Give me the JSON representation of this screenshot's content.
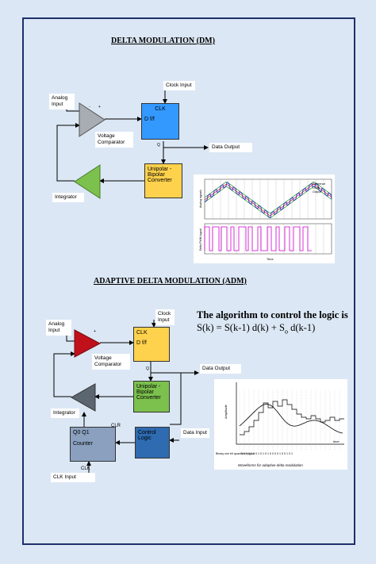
{
  "dm": {
    "title": "DELTA MODULATION (DM)",
    "clock_input": "Clock Input",
    "analog_input": "Analog Input",
    "ff_clk": "CLK",
    "ff_name": "D f/f",
    "q_label": "Q",
    "data_output": "Data Output",
    "voltage_comparator": "Voltage Comparator",
    "converter": "Unipolar - Bipolar Converter",
    "integrator": "Integrator",
    "minus": "-",
    "plus": "+"
  },
  "dm_plot": {
    "top_ylabel": "Analog signals",
    "bottom_ylabel": "Delta PWM signal",
    "xlabel": "Time",
    "legend": [
      "Reference",
      "Limits",
      "Output"
    ]
  },
  "adm": {
    "title": "ADAPTIVE DELTA MODULATION (ADM)",
    "clock_input": "Clock Input",
    "analog_input": "Analog Input",
    "ff_clk": "CLK",
    "ff_name": "D f/f",
    "q_label": "Q",
    "data_output": "Data Output",
    "voltage_comparator": "Voltage Comparator",
    "converter": "Unipolar - Bipolar Converter",
    "integrator": "Integrator",
    "counter_top": "Q0 Q1",
    "counter_name": "Counter",
    "clr": "CLR",
    "control_logic": "Control Logic",
    "data_input": "Data Input",
    "clk_input": "CLK Input",
    "clk_short": "CLK",
    "plus": "+"
  },
  "algorithm": {
    "heading": "The algorithm to control the logic is",
    "equation": "S(k) = S(k-1) d(k) + S",
    "sub": "o",
    "equation_tail": " d(k-1)"
  },
  "adm_plot": {
    "ylabel": "Amplitude",
    "xlabel": "time",
    "bottom_label": "Binary one bit quantized signal",
    "caption": "Waveforms for adaptive delta modulation",
    "bits": "1 1 1 1 1 1 0 1 0 1 0 1 0 0 0 0 1 0 0 1 0 1"
  },
  "colors": {
    "border": "#1f2f6b",
    "ff": "#3399ff",
    "converter_yellow": "#ffd24d",
    "converter_green": "#7cc04e",
    "comparator_gray": "#a8adb4",
    "comparator_red": "#c0111a",
    "integrator_green": "#7cc04e",
    "integrator_gray": "#5c6670",
    "counter": "#8aa0be",
    "control_logic": "#2e6bb0"
  }
}
